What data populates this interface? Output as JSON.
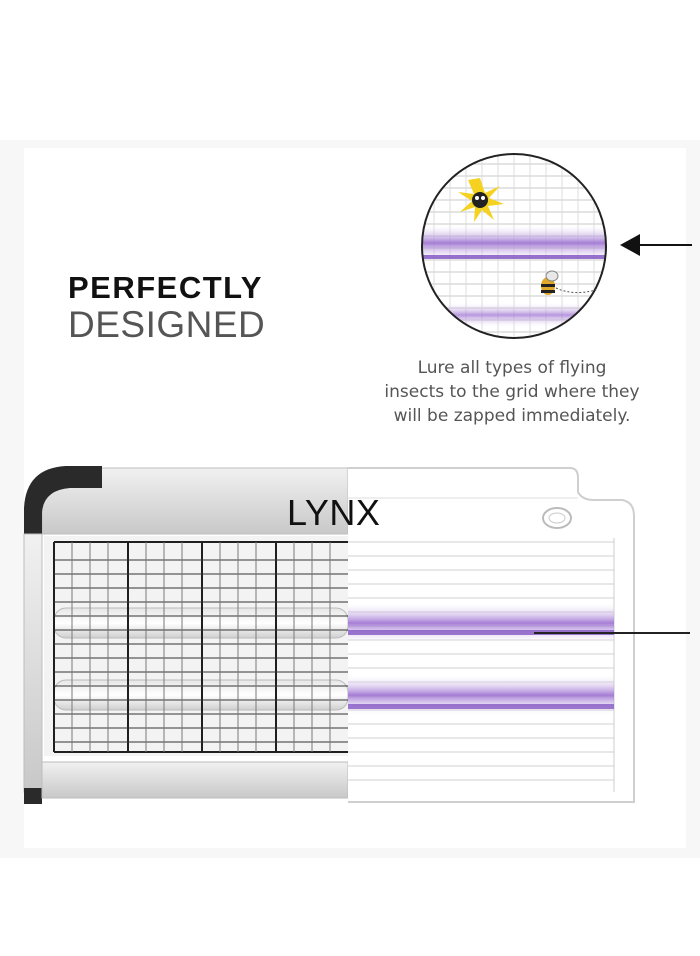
{
  "headline": {
    "line1": "PERFECTLY",
    "line2": "DESIGNED"
  },
  "caption": {
    "line1": "Lure all types of flying",
    "line2": "insects to the grid where they",
    "line3": "will be zapped immediately."
  },
  "product": {
    "brand": "LYNX"
  },
  "colors": {
    "uv_tube": "#9b6fd0",
    "frame_dark": "#2a2a2a",
    "text_dark": "#111111",
    "text_gray": "#555555"
  },
  "icons": [
    "zapped-insect-icon",
    "bee-icon",
    "arrow-left-icon"
  ]
}
